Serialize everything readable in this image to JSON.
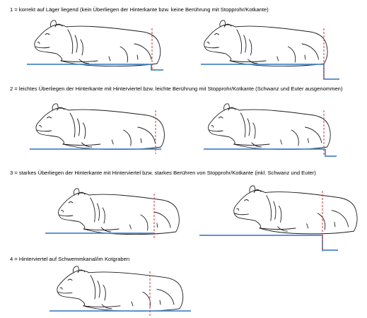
{
  "captions": {
    "c1": "1 = korrekt auf Läger liegend (kein Überliegen der Hinterkante bzw. keine Berührung mit Stopprohr/Kotkante)",
    "c2": "2 = leichtes Überliegen der Hinterkante mit Hinterviertel bzw. leichte Berührung mit Stopprohr/Kotkante (Schwanz und Euter ausgenommen)",
    "c3": "3 = starkes Überliegen der Hinterkante mit Hinterviertel bzw. starkes Berühren von Stopprohr/Kotkante (inkl. Schwanz und Euter)",
    "c4": "4 = Hinterviertel auf Schwemmkanal/im Kotgraben"
  },
  "colors": {
    "floor": "#4a86c8",
    "edge_marker": "#d63030",
    "outline": "#1a1a1a"
  },
  "scores": [
    {
      "level": 1,
      "overhang": "none",
      "panels": [
        "flat",
        "step"
      ]
    },
    {
      "level": 2,
      "overhang": "slight",
      "panels": [
        "flat",
        "step"
      ]
    },
    {
      "level": 3,
      "overhang": "strong",
      "panels": [
        "flat",
        "step"
      ]
    },
    {
      "level": 4,
      "overhang": "in-channel",
      "panels": [
        "flat"
      ]
    }
  ]
}
